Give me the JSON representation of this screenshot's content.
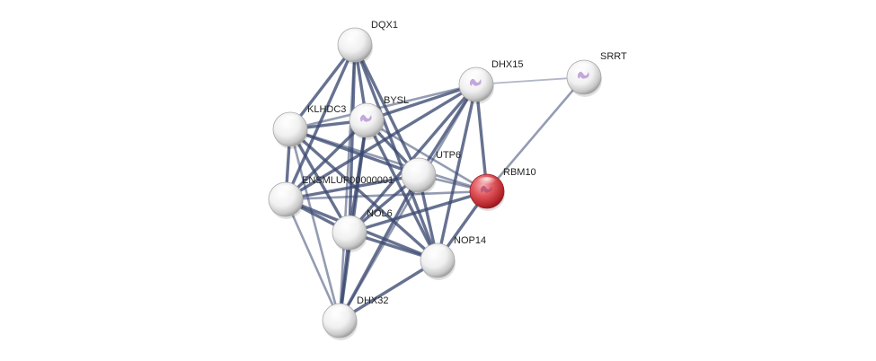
{
  "network": {
    "query_color": "#d9434b",
    "node_color": "#f2f2f2",
    "edge_color": "#3c4a72",
    "nodes": [
      {
        "id": "DQX1",
        "label": "DQX1",
        "query": false,
        "structure": false
      },
      {
        "id": "DHX15",
        "label": "DHX15",
        "query": false,
        "structure": true
      },
      {
        "id": "SRRT",
        "label": "SRRT",
        "query": false,
        "structure": true
      },
      {
        "id": "KLHDC3",
        "label": "KLHDC3",
        "query": false,
        "structure": false
      },
      {
        "id": "BYSL",
        "label": "BYSL",
        "query": false,
        "structure": true
      },
      {
        "id": "UTP6",
        "label": "UTP6",
        "query": false,
        "structure": false
      },
      {
        "id": "RBM10",
        "label": "RBM10",
        "query": true,
        "structure": true
      },
      {
        "id": "ENSMLUP00000001",
        "label": "ENSMLUP00000001",
        "query": false,
        "structure": false
      },
      {
        "id": "NOL6",
        "label": "NOL6",
        "query": false,
        "structure": false
      },
      {
        "id": "NOP14",
        "label": "NOP14",
        "query": false,
        "structure": false
      },
      {
        "id": "DHX32",
        "label": "DHX32",
        "query": false,
        "structure": false
      }
    ],
    "edges": [
      [
        "DQX1",
        "KLHDC3",
        3
      ],
      [
        "DQX1",
        "BYSL",
        3
      ],
      [
        "DQX1",
        "UTP6",
        3
      ],
      [
        "DQX1",
        "ENSMLUP00000001",
        3
      ],
      [
        "DQX1",
        "NOL6",
        3
      ],
      [
        "DQX1",
        "NOP14",
        3
      ],
      [
        "DQX1",
        "DHX32",
        2
      ],
      [
        "DHX15",
        "BYSL",
        3
      ],
      [
        "DHX15",
        "KLHDC3",
        2
      ],
      [
        "DHX15",
        "UTP6",
        3
      ],
      [
        "DHX15",
        "ENSMLUP00000001",
        3
      ],
      [
        "DHX15",
        "NOL6",
        3
      ],
      [
        "DHX15",
        "NOP14",
        3
      ],
      [
        "DHX15",
        "RBM10",
        3
      ],
      [
        "DHX15",
        "SRRT",
        1
      ],
      [
        "DHX15",
        "DHX32",
        2
      ],
      [
        "SRRT",
        "RBM10",
        2
      ],
      [
        "KLHDC3",
        "BYSL",
        3
      ],
      [
        "KLHDC3",
        "UTP6",
        3
      ],
      [
        "KLHDC3",
        "ENSMLUP00000001",
        3
      ],
      [
        "KLHDC3",
        "NOL6",
        3
      ],
      [
        "KLHDC3",
        "NOP14",
        3
      ],
      [
        "KLHDC3",
        "DHX32",
        2
      ],
      [
        "KLHDC3",
        "RBM10",
        2
      ],
      [
        "BYSL",
        "UTP6",
        3
      ],
      [
        "BYSL",
        "ENSMLUP00000001",
        3
      ],
      [
        "BYSL",
        "NOL6",
        3
      ],
      [
        "BYSL",
        "NOP14",
        3
      ],
      [
        "BYSL",
        "DHX32",
        3
      ],
      [
        "BYSL",
        "RBM10",
        2
      ],
      [
        "UTP6",
        "ENSMLUP00000001",
        3
      ],
      [
        "UTP6",
        "NOL6",
        3
      ],
      [
        "UTP6",
        "NOP14",
        3
      ],
      [
        "UTP6",
        "DHX32",
        3
      ],
      [
        "UTP6",
        "RBM10",
        2
      ],
      [
        "ENSMLUP00000001",
        "NOL6",
        3
      ],
      [
        "ENSMLUP00000001",
        "NOP14",
        3
      ],
      [
        "ENSMLUP00000001",
        "DHX32",
        2
      ],
      [
        "ENSMLUP00000001",
        "RBM10",
        2
      ],
      [
        "NOL6",
        "NOP14",
        3
      ],
      [
        "NOL6",
        "DHX32",
        3
      ],
      [
        "NOL6",
        "RBM10",
        3
      ],
      [
        "NOP14",
        "DHX32",
        3
      ],
      [
        "NOP14",
        "RBM10",
        3
      ]
    ]
  }
}
